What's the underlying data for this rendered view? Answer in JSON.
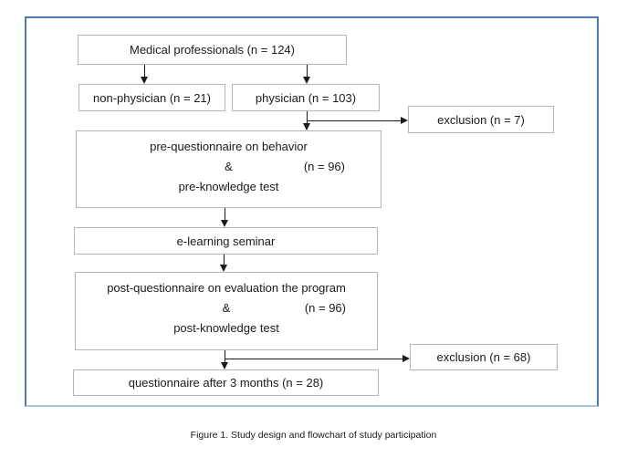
{
  "figure": {
    "caption": "Figure 1. Study design and flowchart of study participation"
  },
  "flowchart": {
    "medical": {
      "label": "Medical professionals (n = 124)"
    },
    "non_physician": {
      "label": "non-physician (n = 21)"
    },
    "physician": {
      "label": "physician (n = 103)"
    },
    "exclusion_top": {
      "label": "exclusion (n = 7)"
    },
    "pre": {
      "line1": "pre-questionnaire on behavior",
      "amp": "&",
      "count": "(n = 96)",
      "line3": "pre-knowledge test"
    },
    "elearning": {
      "label": "e-learning seminar"
    },
    "post": {
      "line1": "post-questionnaire on evaluation the program",
      "amp": "&",
      "count": "(n = 96)",
      "line3": "post-knowledge test"
    },
    "exclusion_bottom": {
      "label": "exclusion (n = 68)"
    },
    "followup": {
      "label": "questionnaire after 3 months (n = 28)"
    }
  },
  "colors": {
    "frame_border": "#4d7cb5",
    "frame_border_bottom": "#a9c6e2",
    "box_border": "#b5b5b5",
    "arrow": "#1a1a1a"
  }
}
